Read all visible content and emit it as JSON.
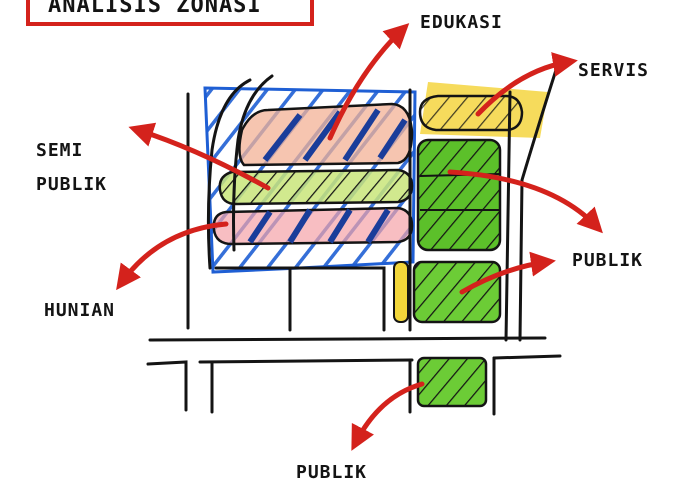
{
  "colors": {
    "ink": "#141414",
    "arrow": "#d4221c",
    "blue": "#1f5fd4",
    "orange": "#f0a07a",
    "green": "#4caf1f",
    "yellow": "#f2d63a",
    "pink": "#f08aa0"
  },
  "title_box": {
    "text": "ANALISIS ZONASI"
  },
  "labels": {
    "edukasi": "EDUKASI",
    "servis": "SERVIS",
    "semi_publik_line1": "SEMI",
    "semi_publik_line2": "PUBLIK",
    "publik_right": "PUBLIK",
    "hunian": "HUNIAN",
    "publik_bottom": "PUBLIK"
  }
}
